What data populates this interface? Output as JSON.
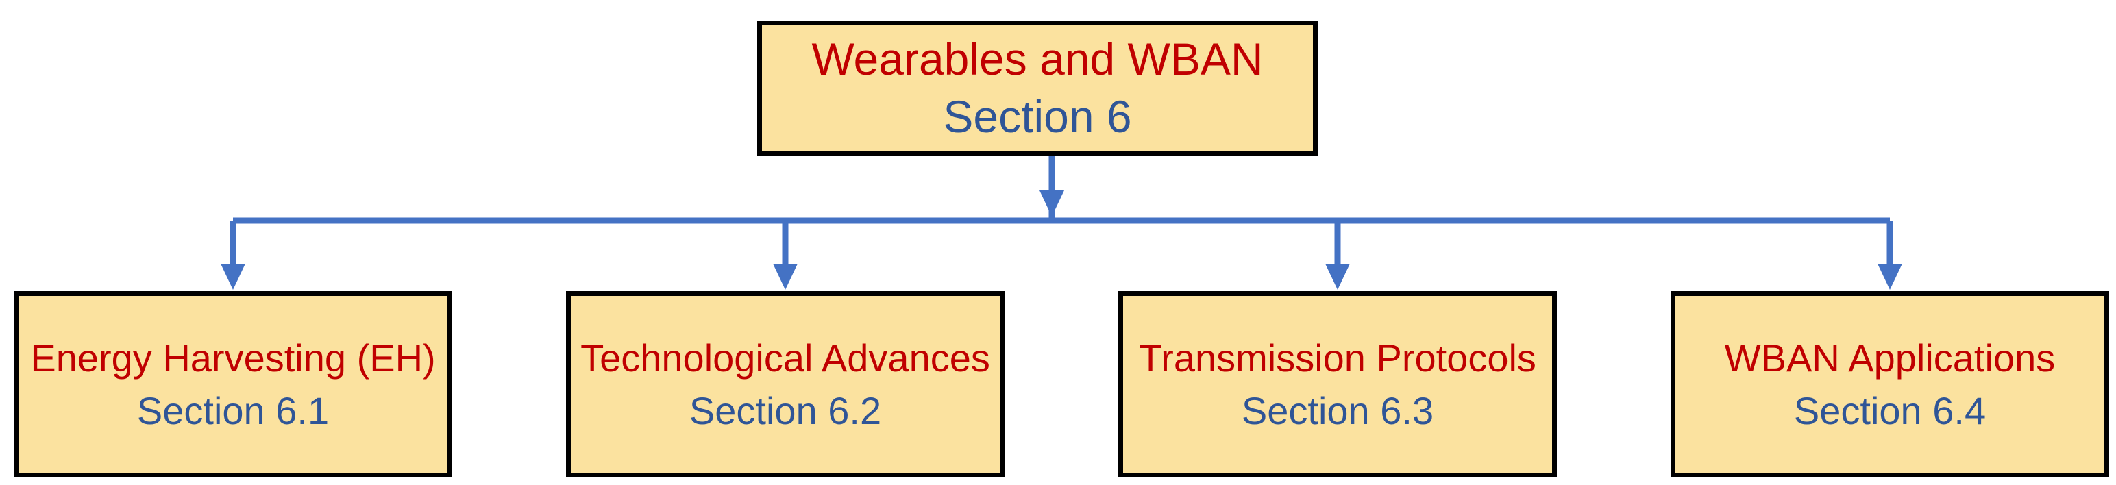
{
  "colors": {
    "box_fill": "#fbe29f",
    "box_border": "#000000",
    "title_text": "#c00000",
    "section_text": "#2f5597",
    "connector": "#4472c4"
  },
  "root": {
    "title": "Wearables and WBAN",
    "section": "Section 6"
  },
  "children": [
    {
      "title": "Energy Harvesting (EH)",
      "section": "Section 6.1"
    },
    {
      "title": "Technological Advances",
      "section": "Section 6.2"
    },
    {
      "title": "Transmission Protocols",
      "section": "Section 6.3"
    },
    {
      "title": "WBAN Applications",
      "section": "Section 6.4"
    }
  ]
}
